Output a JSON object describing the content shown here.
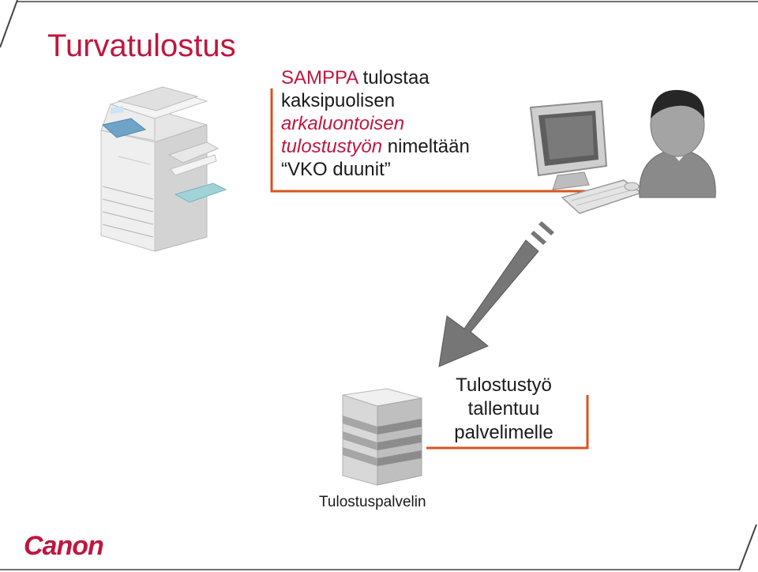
{
  "slide": {
    "title": "Turvatulostus",
    "callout_top": {
      "line1_red": "SAMPPA",
      "line1_rest": " tulostaa",
      "line2": "kaksipuolisen",
      "line3_italic": "arkaluontoisen",
      "line4_italic": "tulostustyön",
      "line4_rest": " nimeltään",
      "line5": "“VKO duunit”"
    },
    "callout_bottom": {
      "line1": "Tulostustyö",
      "line2": "tallentuu",
      "line3": "palvelimelle"
    },
    "server_label": "Tulostuspalvelin",
    "logo_text": "Canon"
  },
  "colors": {
    "accent_red": "#c0163f",
    "bracket_orange": "#d9531e",
    "arrow_gray": "#6f6f6f"
  },
  "icons": [
    "copier-icon",
    "computer-icon",
    "user-icon",
    "server-icon",
    "arrow-down-left-icon"
  ]
}
